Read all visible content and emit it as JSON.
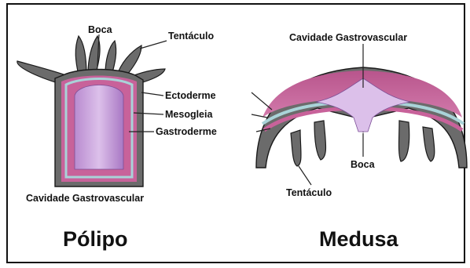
{
  "colors": {
    "ectoderm": "#6b6b6b",
    "mesoglea": "#a9d3d8",
    "gastroderm": "#c8629a",
    "cavity": "#c59ad6",
    "outline": "#1a1a1a"
  },
  "polip": {
    "title": "Pólipo",
    "labels": {
      "boca": "Boca",
      "tentaculo": "Tentáculo",
      "ectoderme": "Ectoderme",
      "mesogleia": "Mesogleia",
      "gastroderme": "Gastroderme",
      "cavidade": "Cavidade Gastrovascular"
    }
  },
  "medusa": {
    "title": "Medusa",
    "labels": {
      "cavidade": "Cavidade Gastrovascular",
      "boca": "Boca",
      "tentaculo": "Tentáculo"
    }
  }
}
